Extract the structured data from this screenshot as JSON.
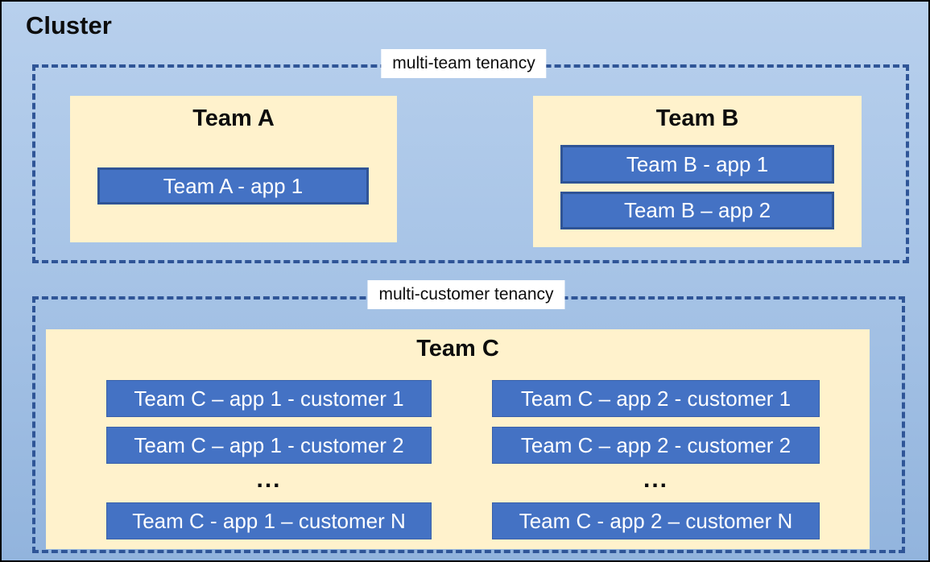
{
  "cluster": {
    "title": "Cluster"
  },
  "zones": {
    "multi_team": {
      "label": "multi-team tenancy"
    },
    "multi_customer": {
      "label": "multi-customer tenancy"
    }
  },
  "team_a": {
    "title": "Team A",
    "apps": [
      "Team A - app 1"
    ]
  },
  "team_b": {
    "title": "Team B",
    "apps": [
      "Team B - app 1",
      "Team B – app 2"
    ]
  },
  "team_c": {
    "title": "Team C",
    "ellipsis": "...",
    "col1": [
      "Team C – app 1 - customer 1",
      "Team C – app 1 - customer 2",
      "Team C - app 1 – customer N"
    ],
    "col2": [
      "Team C – app 2 - customer 1",
      "Team C – app 2 - customer 2",
      "Team C - app 2 – customer N"
    ]
  },
  "colors": {
    "canvas_gradient_top": "#b8d0ed",
    "canvas_gradient_bottom": "#92b4dd",
    "zone_dash": "#2f5597",
    "team_fill": "#fff2cc",
    "app_fill": "#4472c4",
    "app_border": "#2f5496",
    "app_text": "#ffffff",
    "label_background": "#ffffff",
    "title_text": "#0d0d0d",
    "outer_border": "#000000"
  }
}
